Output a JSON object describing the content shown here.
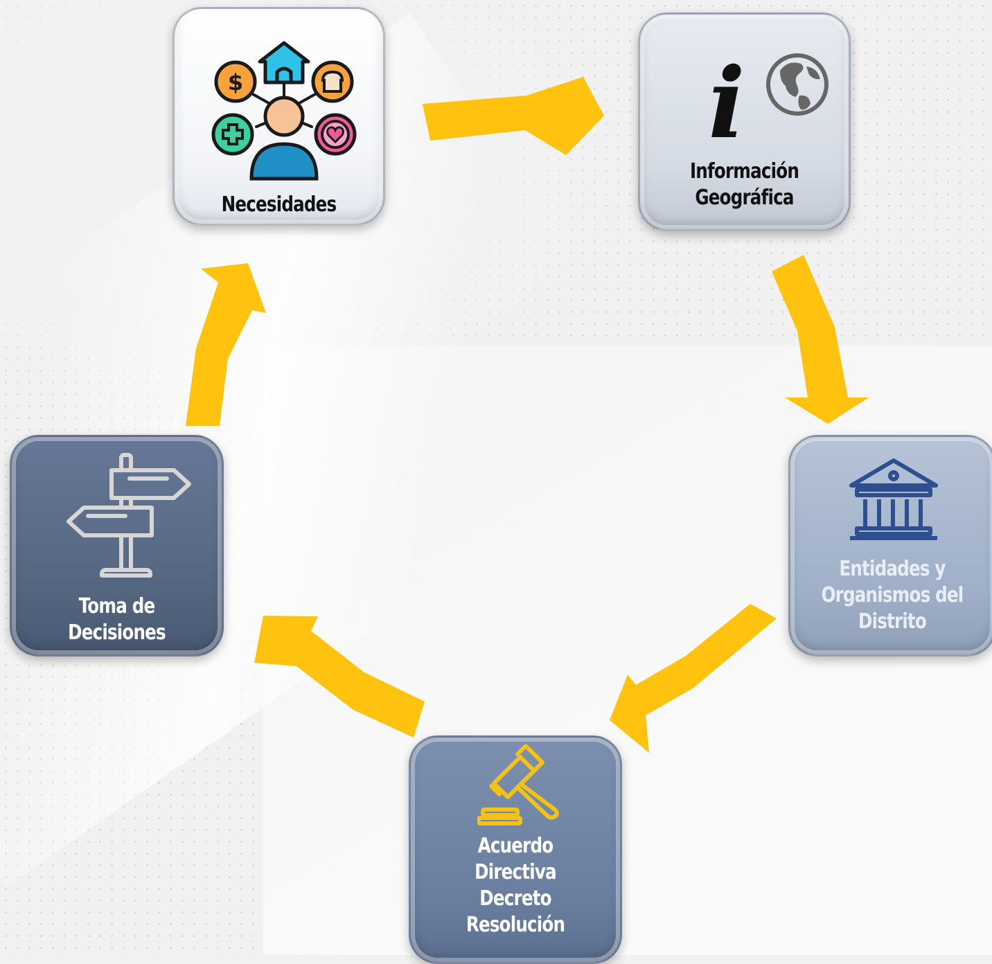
{
  "diagram": {
    "nodes": [
      {
        "id": "necesidades",
        "lines": [
          "Necesidades"
        ],
        "text_color": "#111111",
        "icon": "person-needs-icon"
      },
      {
        "id": "info",
        "lines": [
          "Información",
          "Geográfica"
        ],
        "text_color": "#111111",
        "icon": "info-globe-icon"
      },
      {
        "id": "entidades",
        "lines": [
          "Entidades y",
          "Organismos del",
          "Distrito"
        ],
        "text_color": "#e9eef5",
        "icon": "government-building-icon"
      },
      {
        "id": "acuerdo",
        "lines": [
          "Acuerdo",
          "Directiva",
          "Decreto",
          "Resolución"
        ],
        "text_color": "#ffffff",
        "icon": "gavel-icon"
      },
      {
        "id": "toma",
        "lines": [
          "Toma de",
          "Decisiones"
        ],
        "text_color": "#ffffff",
        "icon": "signpost-icon"
      }
    ],
    "edges": [
      {
        "from": "necesidades",
        "to": "info"
      },
      {
        "from": "info",
        "to": "entidades"
      },
      {
        "from": "entidades",
        "to": "acuerdo"
      },
      {
        "from": "acuerdo",
        "to": "toma"
      },
      {
        "from": "toma",
        "to": "necesidades"
      }
    ],
    "arrow_color": "#ffc20e",
    "icon_colors": {
      "building": "#2e4f8f",
      "gavel": "#f2c21a",
      "signpost": "#d6d6d6",
      "info_glyph": "#111111",
      "globe": "#666666"
    }
  }
}
